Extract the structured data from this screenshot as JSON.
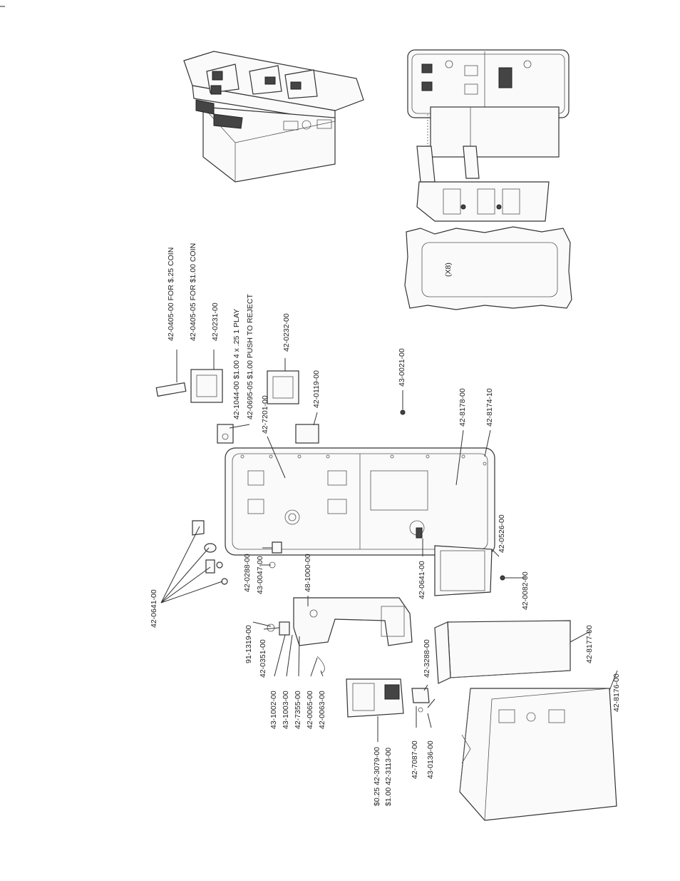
{
  "diagram": {
    "labels": [
      {
        "key": "a1",
        "text": "42-0405-00 FOR $.25 COIN"
      },
      {
        "key": "a2",
        "text": "42-0405-05 FOR $1.00 COIN"
      },
      {
        "key": "a3",
        "text": "42-0231-00"
      },
      {
        "key": "a4",
        "text": "42-1044-00 $1.00 4 x .25 1 PLAY"
      },
      {
        "key": "a5",
        "text": "42-0695-05 $1.00 PUSH TO REJECT"
      },
      {
        "key": "a6",
        "text": "42-0232-00"
      },
      {
        "key": "a7",
        "text": "42-7201-00"
      },
      {
        "key": "a8",
        "text": "42-0119-00"
      },
      {
        "key": "a9",
        "text": "43-0021-00"
      },
      {
        "key": "a10",
        "text": "42-8178-00"
      },
      {
        "key": "a11",
        "text": "42-8174-10"
      },
      {
        "key": "a12",
        "text": "42-0641-00"
      },
      {
        "key": "a13",
        "text": "42-0288-00"
      },
      {
        "key": "a14",
        "text": "43-0047-00"
      },
      {
        "key": "a15",
        "text": "48-1000-00"
      },
      {
        "key": "a16",
        "text": "42-0641-00"
      },
      {
        "key": "a17",
        "text": "42-0526-00"
      },
      {
        "key": "a18",
        "text": "42-0082-00"
      },
      {
        "key": "a19",
        "text": "91-1319-00"
      },
      {
        "key": "a20",
        "text": "42-0351-00"
      },
      {
        "key": "a21",
        "text": "43-1002-00"
      },
      {
        "key": "a22",
        "text": "43-1003-00"
      },
      {
        "key": "a23",
        "text": "42-7355-00"
      },
      {
        "key": "a24",
        "text": "42-0065-00"
      },
      {
        "key": "a25",
        "text": "42-0063-00"
      },
      {
        "key": "a26",
        "text": "$0.25 42-3079-00"
      },
      {
        "key": "a27",
        "text": "$1.00 42-3113-00"
      },
      {
        "key": "a28",
        "text": "42-7087-00"
      },
      {
        "key": "a29",
        "text": "43-0136-00"
      },
      {
        "key": "a30",
        "text": "42-3288-00"
      },
      {
        "key": "a31",
        "text": "42-8177-00"
      },
      {
        "key": "a32",
        "text": "42-8176-00"
      },
      {
        "key": "a33",
        "text": "(X8)"
      }
    ]
  }
}
